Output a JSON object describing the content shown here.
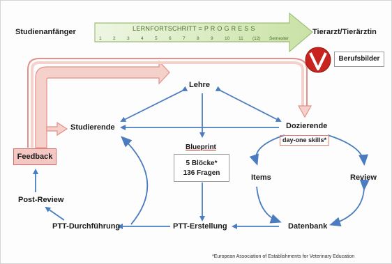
{
  "progress_bar": {
    "title": "LERNFORTSCHRITT = P R O G R E S S",
    "scale": [
      "1",
      "2",
      "3",
      "4",
      "5",
      "6",
      "7",
      "8",
      "9",
      "10",
      "11",
      "(12)",
      "Semester"
    ],
    "left_label": "Studienanfänger",
    "right_label": "Tierarzt/Tierärztin",
    "fill_color": "#d4e8b8",
    "edge_color": "#9fbf7a"
  },
  "logo": {
    "letter": "V",
    "color": "#c8231f"
  },
  "berufsbilder": "Berufsbilder",
  "nodes": {
    "lehre": "Lehre",
    "studierende": "Studierende",
    "dozierende": "Dozierende",
    "day_one": "day-one skills*",
    "blueprint": "Blueprint",
    "bloecke": "5 Blöcke*",
    "fragen": "136 Fragen",
    "items": "Items",
    "review": "Review",
    "datenbank": "Datenbank",
    "ptt_erstellung": "PTT-Erstellung",
    "ptt_durchfuehrung": "PTT-Durchführung",
    "post_review": "Post-Review",
    "feedback": "Feedback"
  },
  "footnote": "*European Association of Establishments for Veterinary Education",
  "colors": {
    "arrow": "#4a7cbf",
    "feedback_arrow": "#f2c6c0",
    "feedback_edge": "#e58f88",
    "feedback_box": "#f4c7c3"
  }
}
